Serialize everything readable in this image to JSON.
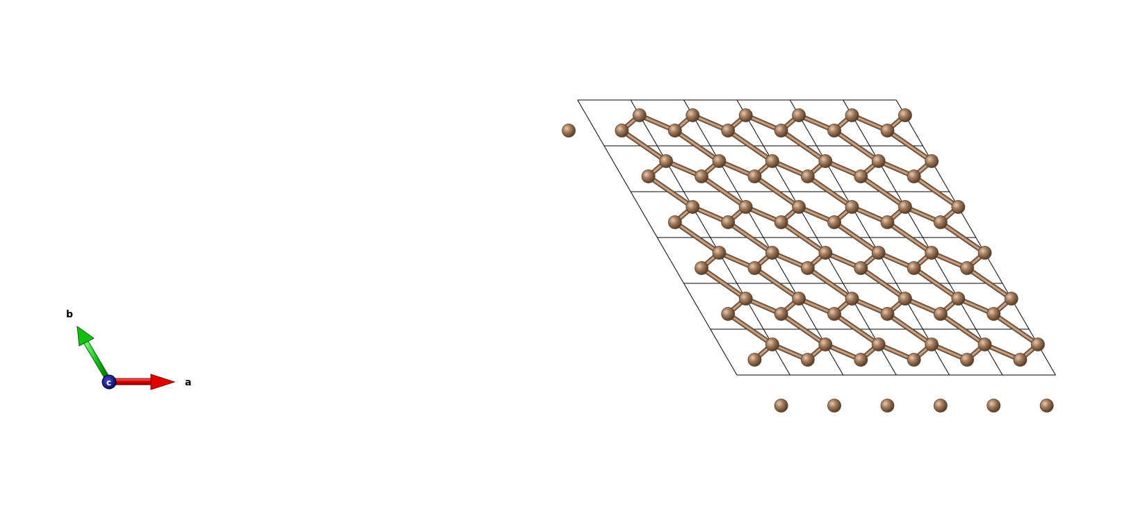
{
  "axes": {
    "a": "a",
    "b": "b",
    "c": "c"
  },
  "supercell": {
    "na": 6,
    "nb": 6
  },
  "colors": {
    "atom": "#a57c5c",
    "atom_highlight": "#e6cbb6",
    "atom_shadow": "#5a3f2b",
    "bond": "#a57c5c",
    "bond_dark": "#5a3f2b",
    "cell_line": "#000000",
    "axis_a": "#e00000",
    "axis_b": "#10c010",
    "axis_c": "#0a0a8c"
  }
}
